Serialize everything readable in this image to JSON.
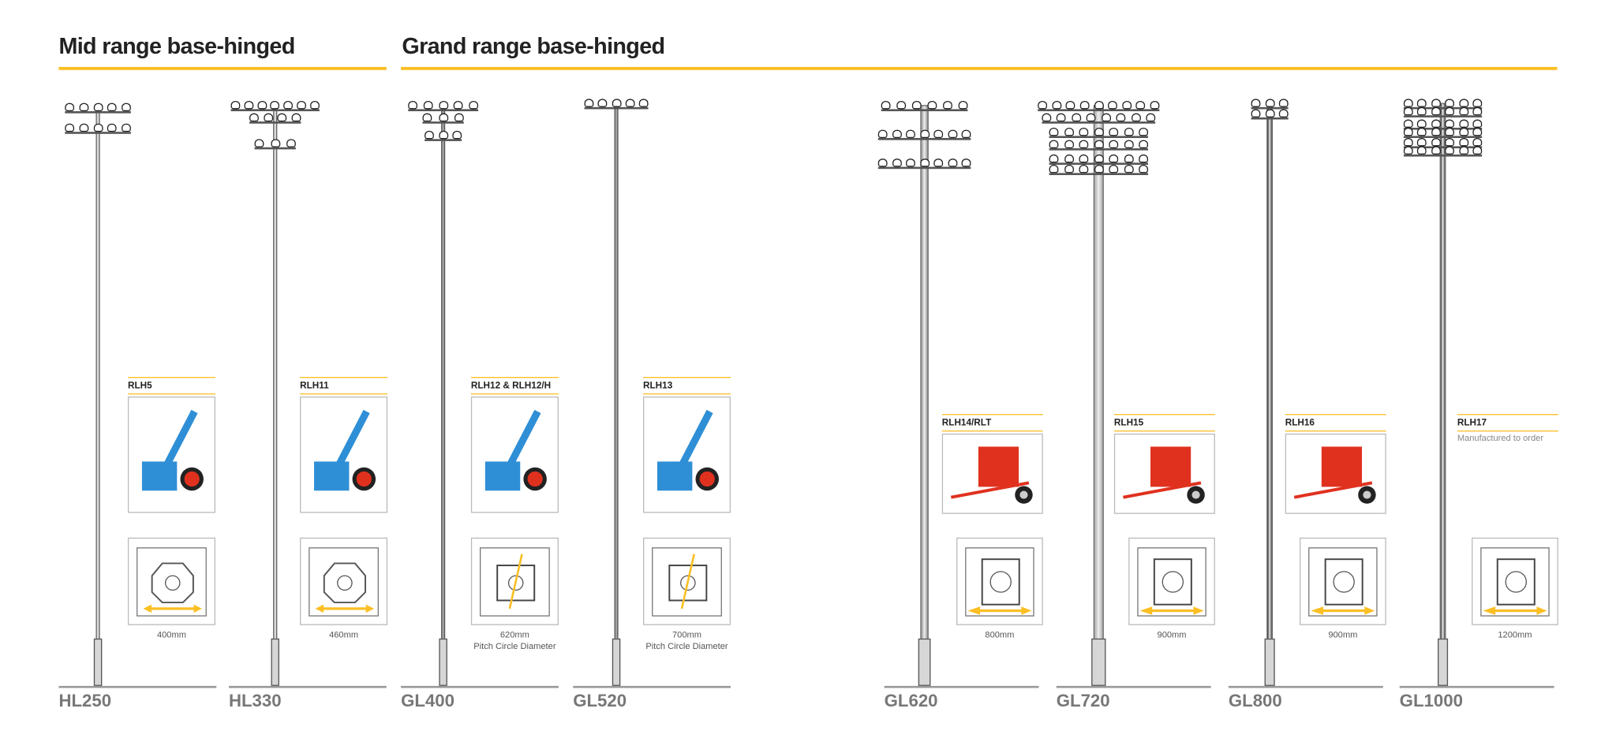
{
  "sections": [
    {
      "title": "Mid range base-hinged"
    },
    {
      "title": "Grand range base-hinged"
    }
  ],
  "colors": {
    "accent": "#fbbf24",
    "hoist_blue": "#2f8fd6",
    "hoist_red": "#e0311f",
    "model_label": "#777777"
  },
  "poles": [
    {
      "model": "HL250",
      "hoist": {
        "name": "RLH5",
        "dimension": "400mm",
        "subtitle": "",
        "note": "",
        "color": "blue"
      }
    },
    {
      "model": "HL330",
      "hoist": {
        "name": "RLH11",
        "dimension": "460mm",
        "subtitle": "",
        "note": "",
        "color": "blue"
      }
    },
    {
      "model": "GL400",
      "hoist": {
        "name": "RLH12 & RLH12/H",
        "dimension": "620mm",
        "subtitle": "Pitch Circle Diameter",
        "note": "",
        "color": "blue"
      }
    },
    {
      "model": "GL520",
      "hoist": {
        "name": "RLH13",
        "dimension": "700mm",
        "subtitle": "Pitch Circle Diameter",
        "note": "",
        "color": "blue"
      }
    },
    {
      "model": "GL620",
      "hoist": {
        "name": "RLH14/RLT",
        "dimension": "800mm",
        "subtitle": "",
        "note": "",
        "color": "red"
      }
    },
    {
      "model": "GL720",
      "hoist": {
        "name": "RLH15",
        "dimension": "900mm",
        "subtitle": "",
        "note": "",
        "color": "red"
      }
    },
    {
      "model": "GL800",
      "hoist": {
        "name": "RLH16",
        "dimension": "900mm",
        "subtitle": "",
        "note": "",
        "color": "red"
      }
    },
    {
      "model": "GL1000",
      "hoist": {
        "name": "RLH17",
        "dimension": "1200mm",
        "subtitle": "",
        "note": "Manufactured to order",
        "color": ""
      }
    }
  ]
}
